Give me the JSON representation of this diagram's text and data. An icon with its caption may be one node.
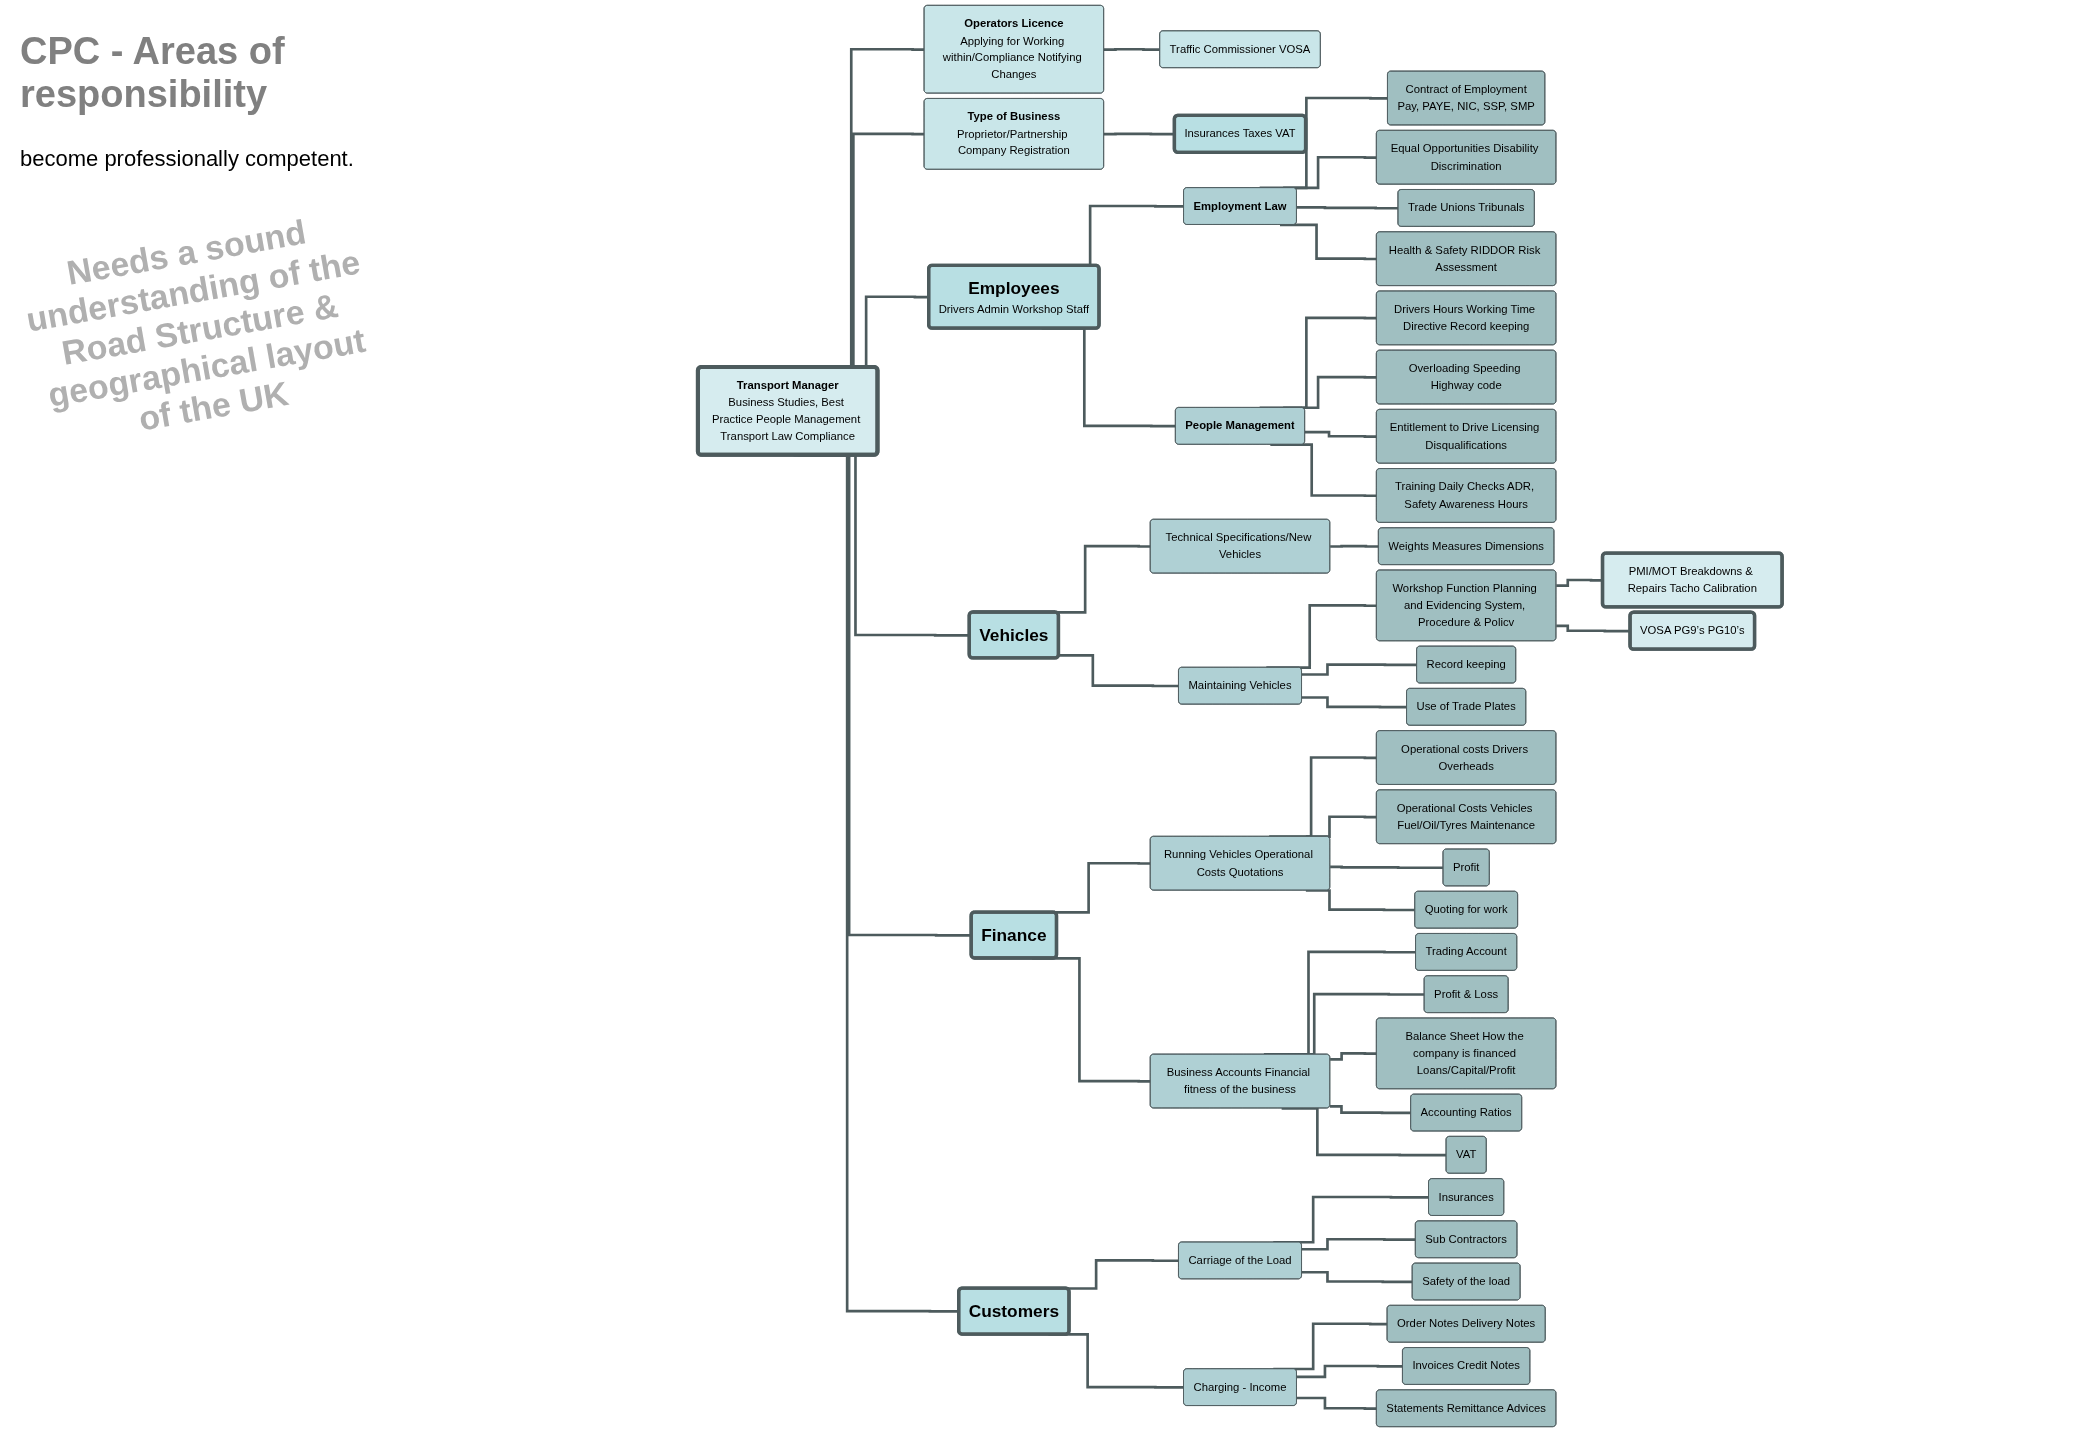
{
  "diagram": {
    "title": "CPC - Areas of responsibility",
    "nodes": [
      {
        "text": [
          "Transport Manager",
          "Business Studies, Best Practice People Management Transport Law Compliance"
        ]
      },
      {
        "text": [
          "Operators Licence",
          "Applying for Working within/Compliance Notifying Changes"
        ]
      },
      {
        "text": [
          "Type of Business",
          "Proprietor/Partnership Company Registration"
        ]
      },
      {
        "text": [
          "Traffic Commissioner VOSA"
        ]
      },
      {
        "text": [
          "Insurances Taxes VAT"
        ]
      },
      {
        "text": [
          "Employees",
          "Drivers Admin Workshop Staff"
        ]
      },
      {
        "text": [
          "Vehicles"
        ]
      },
      {
        "text": [
          "Finance"
        ]
      },
      {
        "text": [
          "Customers"
        ]
      },
      {
        "text": [
          "Employment Law"
        ]
      },
      {
        "text": [
          "People Management"
        ]
      },
      {
        "text": [
          "Technical Specifications/New Vehicles"
        ]
      },
      {
        "text": [
          "Maintaining Vehicles"
        ]
      },
      {
        "text": [
          "Running Vehicles Operational Costs Quotations"
        ]
      },
      {
        "text": [
          "Business Accounts Financial fitness of the business"
        ]
      },
      {
        "text": [
          "Carriage of the Load"
        ]
      },
      {
        "text": [
          "Charging - Income"
        ]
      },
      {
        "text": [
          "Contract of Employment",
          "Pay, PAYE, NIC, SSP, SMP"
        ]
      },
      {
        "text": [
          "Equal Opportunities Disability Discrimination"
        ]
      },
      {
        "text": [
          "Trade Unions Tribunals"
        ]
      },
      {
        "text": [
          "Health & Safety RIDDOR Risk Assessment"
        ]
      },
      {
        "text": [
          "Drivers Hours Working Time Directive Record keeping"
        ]
      },
      {
        "text": [
          "Overloading Speeding Highway code"
        ]
      },
      {
        "text": [
          "Entitlement to Drive Licensing Disqualifications"
        ]
      },
      {
        "text": [
          "Training Daily Checks ADR, Safety Awareness Hours"
        ]
      },
      {
        "text": [
          "Weights Measures Dimensions"
        ]
      },
      {
        "text": [
          "Workshop Function Planning and Evidencing System, Procedure & Policv"
        ]
      },
      {
        "text": [
          "PMI/MOT Breakdowns & Repairs Tacho Calibration"
        ]
      },
      {
        "text": [
          "VOSA PG9’s PG10’s"
        ]
      },
      {
        "text": [
          "Record keeping"
        ]
      },
      {
        "text": [
          "Use of Trade Plates"
        ]
      },
      {
        "text": [
          "Operational costs Drivers Overheads"
        ]
      },
      {
        "text": [
          "Operational Costs Vehicles Fuel/Oil/Tyres Maintenance"
        ]
      },
      {
        "text": [
          "Profit"
        ]
      },
      {
        "text": [
          "Quoting for work"
        ]
      },
      {
        "text": [
          "Trading Account"
        ]
      },
      {
        "text": [
          "Profit & Loss"
        ]
      },
      {
        "text": [
          "Balance Sheet How the company is financed Loans/Capital/Profit"
        ]
      },
      {
        "text": [
          "Accounting Ratios"
        ]
      },
      {
        "text": [
          "VAT"
        ]
      },
      {
        "text": [
          "Insurances"
        ]
      },
      {
        "text": [
          "Sub Contractors"
        ]
      },
      {
        "text": [
          "Safety of the load"
        ]
      },
      {
        "text": [
          "Order Notes Delivery Notes"
        ]
      },
      {
        "text": [
          "Invoices Credit Notes"
        ]
      },
      {
        "text": [
          "Statements Remittance Advices"
        ]
      }
    ],
    "edges": [
      {
        "from": 0,
        "to": 1,
        "arrow": "none"
      },
      {
        "from": 0,
        "to": 2,
        "arrow": "none"
      },
      {
        "from": 1,
        "to": 3,
        "arrow": "none"
      },
      {
        "from": 2,
        "to": 4,
        "arrow": "none"
      },
      {
        "from": 0,
        "to": 5,
        "arrow": "none"
      },
      {
        "from": 0,
        "to": 6,
        "arrow": "none"
      },
      {
        "from": 0,
        "to": 7,
        "arrow": "none"
      },
      {
        "from": 0,
        "to": 8,
        "arrow": "none"
      },
      {
        "from": 5,
        "to": 9,
        "arrow": "none"
      },
      {
        "from": 5,
        "to": 10,
        "arrow": "none"
      },
      {
        "from": 6,
        "to": 11,
        "arrow": "none"
      },
      {
        "from": 6,
        "to": 12,
        "arrow": "none"
      },
      {
        "from": 7,
        "to": 13,
        "arrow": "none"
      },
      {
        "from": 7,
        "to": 14,
        "arrow": "none"
      },
      {
        "from": 8,
        "to": 15,
        "arrow": "none"
      },
      {
        "from": 8,
        "to": 16,
        "arrow": "none"
      },
      {
        "from": 9,
        "to": 17,
        "arrow": "none"
      },
      {
        "from": 9,
        "to": 18,
        "arrow": "none"
      },
      {
        "from": 9,
        "to": 19,
        "arrow": "none"
      },
      {
        "from": 9,
        "to": 20,
        "arrow": "none"
      },
      {
        "from": 10,
        "to": 21,
        "arrow": "none"
      },
      {
        "from": 10,
        "to": 22,
        "arrow": "none"
      },
      {
        "from": 10,
        "to": 23,
        "arrow": "none"
      },
      {
        "from": 10,
        "to": 24,
        "arrow": "none"
      },
      {
        "from": 11,
        "to": 25,
        "arrow": "none"
      },
      {
        "from": 12,
        "to": 26,
        "arrow": "none"
      },
      {
        "from": 26,
        "to": 27,
        "arrow": "none"
      },
      {
        "from": 26,
        "to": 28,
        "arrow": "none"
      },
      {
        "from": 12,
        "to": 29,
        "arrow": "none"
      },
      {
        "from": 12,
        "to": 30,
        "arrow": "none"
      },
      {
        "from": 13,
        "to": 31,
        "arrow": "none"
      },
      {
        "from": 13,
        "to": 32,
        "arrow": "none"
      },
      {
        "from": 13,
        "to": 33,
        "arrow": "none"
      },
      {
        "from": 13,
        "to": 34,
        "arrow": "none"
      },
      {
        "from": 14,
        "to": 35,
        "arrow": "none"
      },
      {
        "from": 14,
        "to": 36,
        "arrow": "none"
      },
      {
        "from": 14,
        "to": 37,
        "arrow": "none"
      },
      {
        "from": 14,
        "to": 38,
        "arrow": "none"
      },
      {
        "from": 14,
        "to": 39,
        "arrow": "none"
      },
      {
        "from": 15,
        "to": 40,
        "arrow": "none"
      },
      {
        "from": 15,
        "to": 41,
        "arrow": "none"
      },
      {
        "from": 15,
        "to": 42,
        "arrow": "none"
      },
      {
        "from": 16,
        "to": 43,
        "arrow": "none"
      },
      {
        "from": 16,
        "to": 44,
        "arrow": "none"
      },
      {
        "from": 16,
        "to": 45,
        "arrow": "none"
      }
    ],
    "labels": [
      "become professionally competent.",
      "Needs a sound understanding of the Road Structure & geographical layout of the UK"
    ]
  }
}
